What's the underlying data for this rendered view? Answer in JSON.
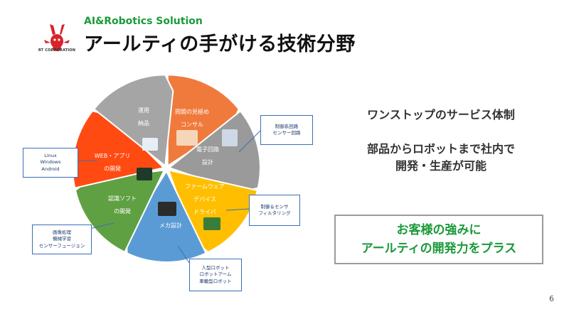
{
  "header": {
    "subtitle": "AI&Robotics Solution",
    "title": "アールティの手がける技術分野",
    "logo_text": "RT CORPORATION"
  },
  "wheel": {
    "segments": [
      {
        "lines": [
          "問題の見極め",
          "コンサル"
        ],
        "color": "#f07a3c"
      },
      {
        "lines": [
          "電子回路",
          "設計"
        ],
        "color": "#9a9a9a"
      },
      {
        "lines": [
          "ファームウェア",
          "デバイス",
          "ドライバ"
        ],
        "color": "#ffbf00"
      },
      {
        "lines": [
          "メカ設計"
        ],
        "color": "#5b9bd5"
      },
      {
        "lines": [
          "認識ソフト",
          "の開発"
        ],
        "color": "#5fa043"
      },
      {
        "lines": [
          "WEB・アプリ",
          "の開発"
        ],
        "color": "#ff4b12"
      },
      {
        "lines": [
          "運用",
          "納品"
        ],
        "color": "#a5a5a5"
      }
    ]
  },
  "callouts": {
    "circuit": [
      "制御系回路",
      "センサー回路"
    ],
    "control": [
      "制御＆センサ",
      "フィルタリング"
    ],
    "robot": [
      "人型ロボット",
      "ロボットアーム",
      "車輪型ロボット"
    ],
    "image": [
      "画像処理",
      "機械学習",
      "センサーフュージョン"
    ],
    "os": [
      "Linux",
      "Windows",
      "Android"
    ]
  },
  "right": {
    "one_stop": "ワンストップのサービス体制",
    "in_house_1": "部品からロボットまで社内で",
    "in_house_2": "開発・生産が可能",
    "highlight_1": "お客様の強みに",
    "highlight_2": "アールティの開発力をプラス"
  },
  "page_number": "6"
}
